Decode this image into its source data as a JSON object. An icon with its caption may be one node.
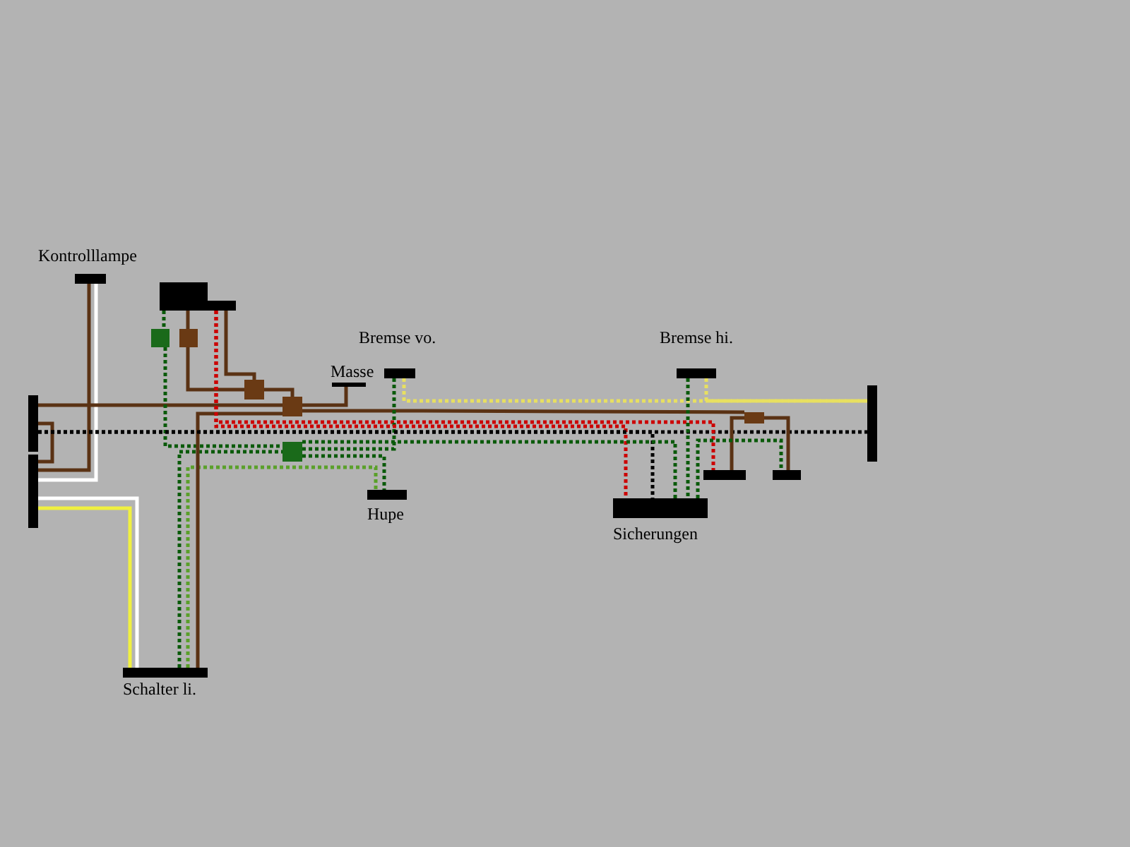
{
  "diagram": {
    "nodes": [
      {
        "text": [
          "Kontrolllampe"
        ]
      },
      {
        "text": [
          "Bremse vo."
        ]
      },
      {
        "text": [
          "Masse"
        ]
      },
      {
        "text": [
          "Hupe"
        ]
      },
      {
        "text": [
          "Bremse hi."
        ]
      },
      {
        "text": [
          "Sicherungen"
        ]
      },
      {
        "text": [
          "Schalter li."
        ]
      },
      {
        "text": [],
        "shape": "bar"
      },
      {
        "text": [],
        "shape": "bar"
      },
      {
        "text": [],
        "shape": "bar"
      },
      {
        "text": [],
        "shape": "bar"
      },
      {
        "text": [],
        "shape": "bar"
      },
      {
        "text": [],
        "shape": "box"
      },
      {
        "text": [],
        "shape": "box"
      },
      {
        "text": [],
        "shape": "box"
      },
      {
        "text": [],
        "shape": "box"
      },
      {
        "text": [],
        "shape": "box"
      },
      {
        "text": [],
        "shape": "box"
      },
      {
        "text": [],
        "shape": "bar"
      },
      {
        "text": [],
        "shape": "bar"
      }
    ],
    "edges": [
      {
        "from": 0,
        "to": 8,
        "arrow": "none"
      },
      {
        "from": 0,
        "to": 8,
        "arrow": "none",
        "color": "#ffffff"
      },
      {
        "from": 8,
        "to": 6,
        "arrow": "none",
        "color": "#ffffff"
      },
      {
        "from": 8,
        "to": 6,
        "arrow": "none",
        "color": "#f0f040"
      },
      {
        "from": 7,
        "to": 8,
        "arrow": "none"
      },
      {
        "from": 7,
        "to": 9,
        "arrow": "none",
        "style": "dashed",
        "color": "#000000"
      },
      {
        "from": 7,
        "to": 15,
        "arrow": "none"
      },
      {
        "from": 10,
        "to": 12,
        "arrow": "none",
        "style": "dashed",
        "color": "#0a5a0a"
      },
      {
        "from": 10,
        "to": 13,
        "arrow": "none"
      },
      {
        "from": 13,
        "to": 14,
        "arrow": "none"
      },
      {
        "from": 11,
        "to": 14,
        "arrow": "none"
      },
      {
        "from": 11,
        "to": 18,
        "arrow": "none",
        "style": "dashed",
        "color": "#cc0000"
      },
      {
        "from": 14,
        "to": 15,
        "arrow": "none"
      },
      {
        "from": 15,
        "to": 2,
        "arrow": "none"
      },
      {
        "from": 15,
        "to": 17,
        "arrow": "none"
      },
      {
        "from": 17,
        "to": 18,
        "arrow": "none"
      },
      {
        "from": 17,
        "to": 19,
        "arrow": "none"
      },
      {
        "from": 12,
        "to": 16,
        "arrow": "none",
        "style": "dashed",
        "color": "#0a5a0a"
      },
      {
        "from": 16,
        "to": 1,
        "arrow": "none",
        "style": "dashed",
        "color": "#0a5a0a"
      },
      {
        "from": 16,
        "to": 3,
        "arrow": "none",
        "style": "dashed",
        "color": "#0a5a0a"
      },
      {
        "from": 6,
        "to": 3,
        "arrow": "none",
        "style": "dashed",
        "color": "#5aa02a"
      },
      {
        "from": 6,
        "to": 16,
        "arrow": "none",
        "style": "dashed",
        "color": "#0a5a0a"
      },
      {
        "from": 6,
        "to": 15,
        "arrow": "none"
      },
      {
        "from": 1,
        "to": 9,
        "arrow": "none",
        "style": "dashed",
        "color": "#e8e060"
      },
      {
        "from": 4,
        "to": 9,
        "arrow": "none",
        "style": "dashed",
        "color": "#e8e060"
      },
      {
        "from": 4,
        "to": 5,
        "arrow": "none",
        "style": "dashed",
        "color": "#0a5a0a"
      },
      {
        "from": 11,
        "to": 5,
        "arrow": "none",
        "style": "dashed",
        "color": "#cc0000"
      },
      {
        "from": 7,
        "to": 5,
        "arrow": "none",
        "style": "dashed",
        "color": "#000000"
      },
      {
        "from": 16,
        "to": 5,
        "arrow": "none",
        "style": "dashed",
        "color": "#0a5a0a"
      },
      {
        "from": 5,
        "to": 19,
        "arrow": "none",
        "style": "dashed",
        "color": "#0a5a0a"
      }
    ]
  }
}
